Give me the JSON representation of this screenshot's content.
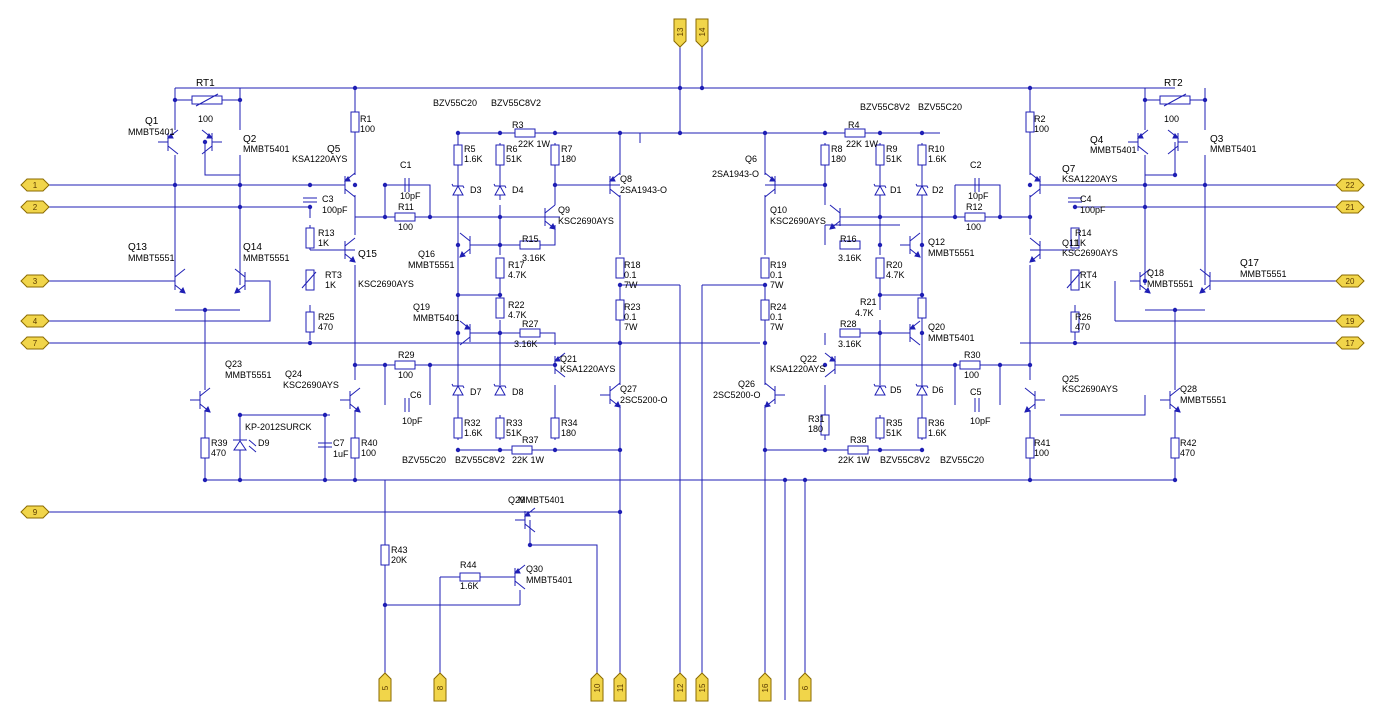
{
  "colors": {
    "wire": "#1f1fb4",
    "label": "#000000",
    "junction": "#1f1fb4",
    "port_fill": "#f1d54a",
    "port_stroke": "#8a6a00",
    "port_text": "#5a3a00",
    "background": "#ffffff"
  },
  "ports": [
    {
      "id": "1",
      "label": "1"
    },
    {
      "id": "2",
      "label": "2"
    },
    {
      "id": "3",
      "label": "3"
    },
    {
      "id": "4",
      "label": "4"
    },
    {
      "id": "7",
      "label": "7"
    },
    {
      "id": "9",
      "label": "9"
    },
    {
      "id": "22",
      "label": "22"
    },
    {
      "id": "21",
      "label": "21"
    },
    {
      "id": "20",
      "label": "20"
    },
    {
      "id": "19",
      "label": "19"
    },
    {
      "id": "17",
      "label": "17"
    },
    {
      "id": "13",
      "label": "13"
    },
    {
      "id": "14",
      "label": "14"
    },
    {
      "id": "5",
      "label": "5"
    },
    {
      "id": "8",
      "label": "8"
    },
    {
      "id": "10",
      "label": "10"
    },
    {
      "id": "11",
      "label": "11"
    },
    {
      "id": "12",
      "label": "12"
    },
    {
      "id": "15",
      "label": "15"
    },
    {
      "id": "16",
      "label": "16"
    },
    {
      "id": "6",
      "label": "6"
    }
  ],
  "labels": {
    "RT1": "RT1",
    "RT1_val": "100",
    "RT2": "RT2",
    "RT2_val": "100",
    "Q1": "Q1",
    "Q1_part": "MMBT5401",
    "Q2": "Q2",
    "Q2_part": "MMBT5401",
    "Q3": "Q3",
    "Q3_part": "MMBT5401",
    "Q4": "Q4",
    "Q4_part": "MMBT5401",
    "Q5": "Q5",
    "Q5_part": "KSA1220AYS",
    "Q6": "Q6",
    "Q6_part": "2SA1943-O",
    "Q7": "Q7",
    "Q7_part": "KSA1220AYS",
    "Q8": "Q8",
    "Q8_part": "2SA1943-O",
    "Q9": "Q9",
    "Q9_part": "KSC2690AYS",
    "Q10": "Q10",
    "Q10_part": "KSC2690AYS",
    "Q11": "Q11",
    "Q11_part": "KSC2690AYS",
    "Q12": "Q12",
    "Q12_part": "MMBT5551",
    "Q13": "Q13",
    "Q13_part": "MMBT5551",
    "Q14": "Q14",
    "Q14_part": "MMBT5551",
    "Q15": "Q15",
    "Q15_part": "KSC2690AYS",
    "Q16": "Q16",
    "Q16_part": "MMBT5551",
    "Q17": "Q17",
    "Q17_part": "MMBT5551",
    "Q18": "Q18",
    "Q18_part": "MMBT5551",
    "Q19": "Q19",
    "Q19_part": "MMBT5401",
    "Q20": "Q20",
    "Q20_part": "MMBT5401",
    "Q21": "Q21",
    "Q21_part": "KSA1220AYS",
    "Q22": "Q22",
    "Q22_part": "KSA1220AYS",
    "Q23": "Q23",
    "Q23_part": "MMBT5551",
    "Q24": "Q24",
    "Q24_part": "KSC2690AYS",
    "Q25": "Q25",
    "Q25_part": "KSC2690AYS",
    "Q26": "Q26",
    "Q26_part": "2SC5200-O",
    "Q27": "Q27",
    "Q27_part": "2SC5200-O",
    "Q28": "Q28",
    "Q28_part": "MMBT5551",
    "Q29": "Q29",
    "Q29_part": "MMBT5401",
    "Q30": "Q30",
    "Q30_part": "MMBT5401",
    "R1": "R1",
    "R1_val": "100",
    "R2": "R2",
    "R2_val": "100",
    "R3": "R3",
    "R3_val": "22K 1W",
    "R4": "R4",
    "R4_val": "22K 1W",
    "R5": "R5",
    "R5_val": "1.6K",
    "R6": "R6",
    "R6_val": "51K",
    "R7": "R7",
    "R7_val": "180",
    "R8": "R8",
    "R8_val": "180",
    "R9": "R9",
    "R9_val": "51K",
    "R10": "R10",
    "R10_val": "1.6K",
    "R11": "R11",
    "R11_val": "100",
    "R12": "R12",
    "R12_val": "100",
    "R13": "R13",
    "R13_val": "1K",
    "R14": "R14",
    "R14_val": "1K",
    "R15": "R15",
    "R15_val": "3.16K",
    "R16": "R16",
    "R16_val": "3.16K",
    "R17": "R17",
    "R17_val": "4.7K",
    "R18": "R18",
    "R18_val": "0.1",
    "R18_w": "7W",
    "R19": "R19",
    "R19_val": "0.1",
    "R19_w": "7W",
    "R20": "R20",
    "R20_val": "4.7K",
    "R21": "R21",
    "R21_val": "4.7K",
    "R22": "R22",
    "R22_val": "4.7K",
    "R23": "R23",
    "R23_val": "0.1",
    "R23_w": "7W",
    "R24": "R24",
    "R24_val": "0.1",
    "R24_w": "7W",
    "R25": "R25",
    "R25_val": "470",
    "R26": "R26",
    "R26_val": "470",
    "R27": "R27",
    "R27_val": "3.16K",
    "R28": "R28",
    "R28_val": "3.16K",
    "R29": "R29",
    "R29_val": "100",
    "R30": "R30",
    "R30_val": "100",
    "R31": "R31",
    "R31_val": "180",
    "R32": "R32",
    "R32_val": "1.6K",
    "R33": "R33",
    "R33_val": "51K",
    "R34": "R34",
    "R34_val": "180",
    "R35": "R35",
    "R35_val": "51K",
    "R36": "R36",
    "R36_val": "1.6K",
    "R37": "R37",
    "R37_val": "22K  1W",
    "R38": "R38",
    "R38_val": "22K 1W",
    "R39": "R39",
    "R39_val": "470",
    "R40": "R40",
    "R40_val": "100",
    "R41": "R41",
    "R41_val": "100",
    "R42": "R42",
    "R42_val": "470",
    "R43": "R43",
    "R43_val": "20K",
    "R44": "R44",
    "R44_val": "1.6K",
    "RT3": "RT3",
    "RT3_val": "1K",
    "RT4": "RT4",
    "RT4_val": "1K",
    "C1": "C1",
    "C1_val": "10pF",
    "C2": "C2",
    "C2_val": "10pF",
    "C3": "C3",
    "C3_val": "100pF",
    "C4": "C4",
    "C4_val": "100pF",
    "C5": "C5",
    "C5_val": "10pF",
    "C6": "C6",
    "C6_val": "10pF",
    "C7": "C7",
    "C7_val": "1uF",
    "D1": "D1",
    "D2": "D2",
    "D3": "D3",
    "D4": "D4",
    "D5": "D5",
    "D6": "D6",
    "D7": "D7",
    "D8": "D8",
    "D9": "D9",
    "D9_part": "KP-2012SURCK",
    "z_top_l1": "BZV55C20",
    "z_top_l2": "BZV55C8V2",
    "z_top_r1": "BZV55C8V2",
    "z_top_r2": "BZV55C20",
    "z_bot_l1": "BZV55C20",
    "z_bot_l2": "BZV55C8V2",
    "z_bot_r1": "BZV55C8V2",
    "z_bot_r2": "BZV55C20"
  }
}
